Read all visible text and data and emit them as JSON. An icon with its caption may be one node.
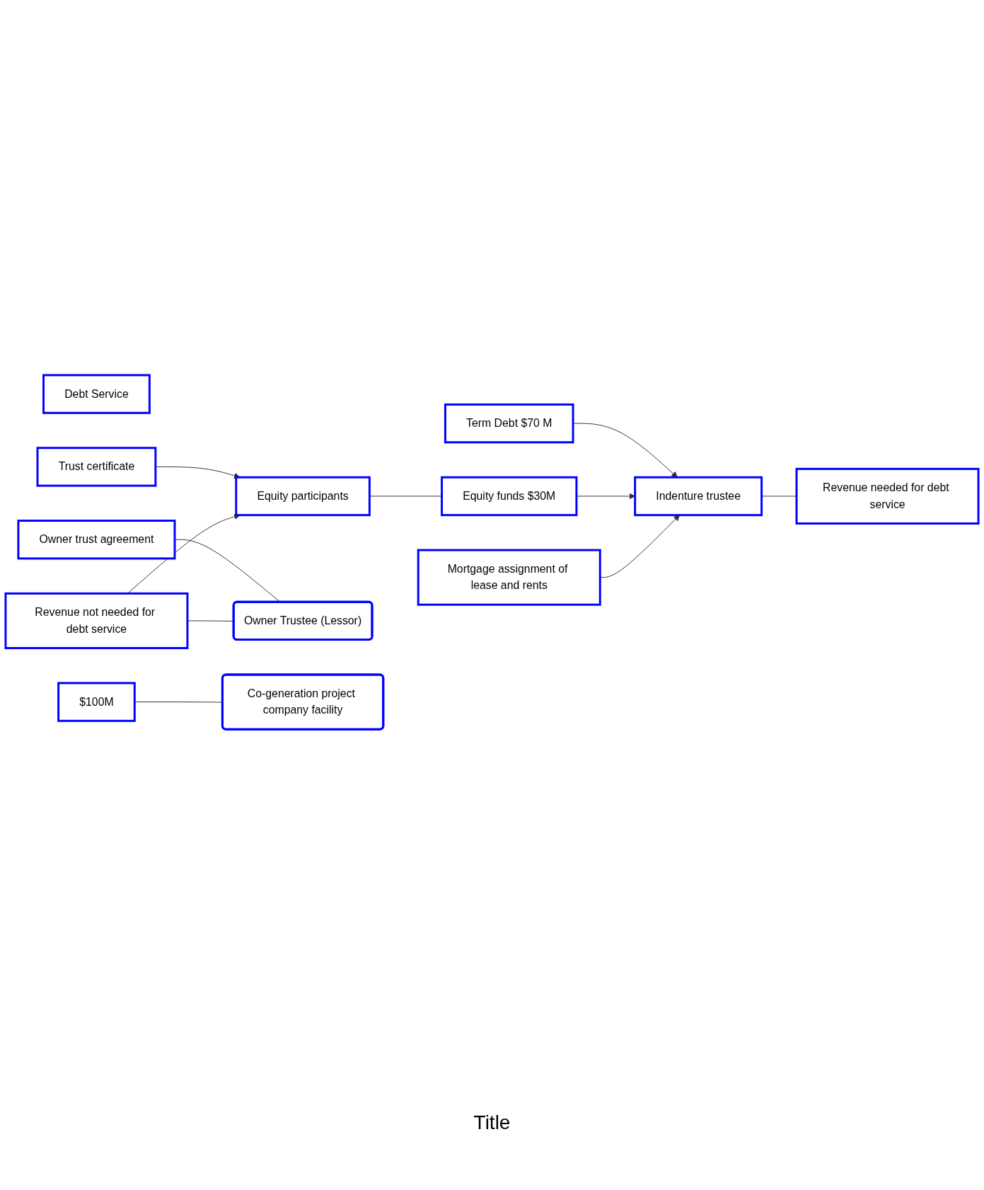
{
  "diagram": {
    "nodes": [
      {
        "text": [
          "Indenture trustee"
        ]
      },
      {
        "text": [
          "Term Debt $70 M"
        ]
      },
      {
        "text": [
          "Debt Service"
        ]
      },
      {
        "text": [
          "Equity funds $30M"
        ]
      },
      {
        "text": [
          "Owner trust agreement"
        ]
      },
      {
        "text": [
          "Mortgage assignment of lease and rents"
        ]
      },
      {
        "text": [
          "Revenue needed for debt service"
        ]
      },
      {
        "text": [
          "Equity participants"
        ]
      },
      {
        "text": [
          "Trust certificate"
        ]
      },
      {
        "text": [
          "Owner Trustee (Lessor)"
        ]
      },
      {
        "text": [
          "Revenue not needed for debt service"
        ]
      },
      {
        "text": [
          "$100M"
        ]
      },
      {
        "text": [
          "Co-generation project company facility"
        ]
      }
    ],
    "edges": [
      {
        "from": 1,
        "to": 0,
        "arrow": "to"
      },
      {
        "from": 3,
        "to": 0,
        "arrow": "to"
      },
      {
        "from": 7,
        "to": 3,
        "arrow": "none"
      },
      {
        "from": 5,
        "to": 0,
        "arrow": "to"
      },
      {
        "from": 0,
        "to": 6,
        "arrow": "none"
      },
      {
        "from": 8,
        "to": 7,
        "arrow": "to"
      },
      {
        "from": 10,
        "to": 7,
        "arrow": "to"
      },
      {
        "from": 4,
        "to": 9,
        "arrow": "none"
      },
      {
        "from": 10,
        "to": 9,
        "arrow": "none"
      },
      {
        "from": 11,
        "to": 12,
        "arrow": "none"
      }
    ],
    "labels": [
      "Title"
    ]
  }
}
